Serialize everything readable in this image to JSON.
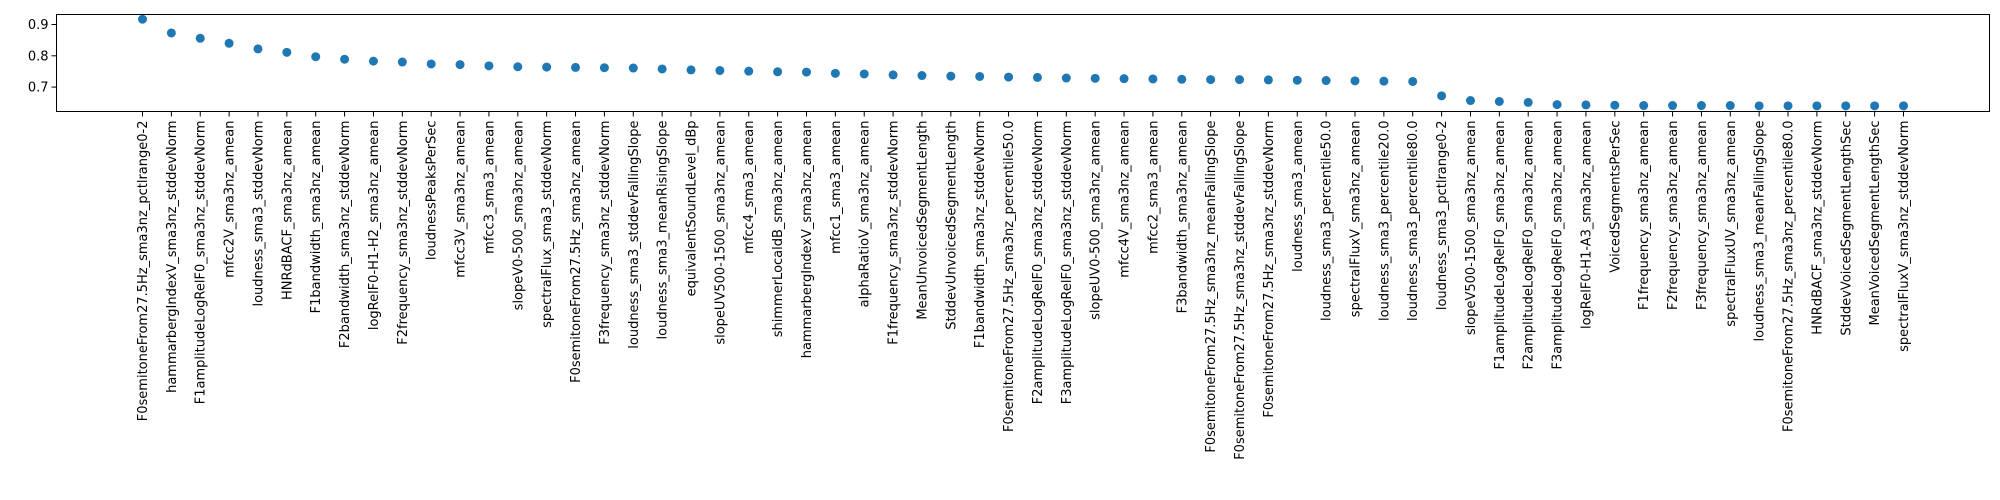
{
  "chart_data": {
    "type": "scatter",
    "title": "",
    "xlabel": "",
    "ylabel": "",
    "ylim": [
      0.622,
      0.932
    ],
    "yticks": [
      0.7,
      0.8,
      0.9
    ],
    "yticklabels": [
      "0.7",
      "0.8",
      "0.9"
    ],
    "grid": false,
    "marker_color": "#1f77b4",
    "categories": [
      "F0semitoneFrom27.5Hz_sma3nz_pctlrange0-2",
      "hammarbergIndexV_sma3nz_stddevNorm",
      "F1amplitudeLogRelF0_sma3nz_stddevNorm",
      "mfcc2V_sma3nz_amean",
      "loudness_sma3_stddevNorm",
      "HNRdBACF_sma3nz_amean",
      "F1bandwidth_sma3nz_amean",
      "F2bandwidth_sma3nz_stddevNorm",
      "logRelF0-H1-H2_sma3nz_amean",
      "F2frequency_sma3nz_stddevNorm",
      "loudnessPeaksPerSec",
      "mfcc3V_sma3nz_amean",
      "mfcc3_sma3_amean",
      "slopeV0-500_sma3nz_amean",
      "spectralFlux_sma3_stddevNorm",
      "F0semitoneFrom27.5Hz_sma3nz_amean",
      "F3frequency_sma3nz_stddevNorm",
      "loudness_sma3_stddevFallingSlope",
      "loudness_sma3_meanRisingSlope",
      "equivalentSoundLevel_dBp",
      "slopeUV500-1500_sma3nz_amean",
      "mfcc4_sma3_amean",
      "shimmerLocaldB_sma3nz_amean",
      "hammarbergIndexV_sma3nz_amean",
      "mfcc1_sma3_amean",
      "alphaRatioV_sma3nz_amean",
      "F1frequency_sma3nz_stddevNorm",
      "MeanUnvoicedSegmentLength",
      "StddevUnvoicedSegmentLength",
      "F1bandwidth_sma3nz_stddevNorm",
      "F0semitoneFrom27.5Hz_sma3nz_percentile50.0",
      "F2amplitudeLogRelF0_sma3nz_stddevNorm",
      "F3amplitudeLogRelF0_sma3nz_stddevNorm",
      "slopeUV0-500_sma3nz_amean",
      "mfcc4V_sma3nz_amean",
      "mfcc2_sma3_amean",
      "F3bandwidth_sma3nz_amean",
      "F0semitoneFrom27.5Hz_sma3nz_meanFallingSlope",
      "F0semitoneFrom27.5Hz_sma3nz_stddevFallingSlope",
      "F0semitoneFrom27.5Hz_sma3nz_stddevNorm",
      "loudness_sma3_amean",
      "loudness_sma3_percentile50.0",
      "spectralFluxV_sma3nz_amean",
      "loudness_sma3_percentile20.0",
      "loudness_sma3_percentile80.0",
      "loudness_sma3_pctlrange0-2",
      "slopeV500-1500_sma3nz_amean",
      "F1amplitudeLogRelF0_sma3nz_amean",
      "F2amplitudeLogRelF0_sma3nz_amean",
      "F3amplitudeLogRelF0_sma3nz_amean",
      "logRelF0-H1-A3_sma3nz_amean",
      "VoicedSegmentsPerSec",
      "F1frequency_sma3nz_amean",
      "F2frequency_sma3nz_amean",
      "F3frequency_sma3nz_amean",
      "spectralFluxUV_sma3nz_amean",
      "loudness_sma3_meanFallingSlope",
      "F0semitoneFrom27.5Hz_sma3nz_percentile80.0",
      "HNRdBACF_sma3nz_stddevNorm",
      "StddevVoicedSegmentLengthSec",
      "MeanVoicedSegmentLengthSec",
      "spectralFluxV_sma3nz_stddevNorm"
    ],
    "values": [
      0.917,
      0.873,
      0.856,
      0.84,
      0.822,
      0.811,
      0.797,
      0.789,
      0.783,
      0.78,
      0.774,
      0.772,
      0.768,
      0.765,
      0.764,
      0.763,
      0.762,
      0.761,
      0.758,
      0.755,
      0.753,
      0.751,
      0.749,
      0.748,
      0.744,
      0.742,
      0.739,
      0.737,
      0.735,
      0.734,
      0.732,
      0.731,
      0.729,
      0.728,
      0.727,
      0.726,
      0.725,
      0.724,
      0.724,
      0.723,
      0.722,
      0.721,
      0.72,
      0.719,
      0.718,
      0.672,
      0.657,
      0.654,
      0.651,
      0.644,
      0.643,
      0.642,
      0.641,
      0.641,
      0.641,
      0.641,
      0.64,
      0.64,
      0.64,
      0.64,
      0.64,
      0.64
    ]
  }
}
